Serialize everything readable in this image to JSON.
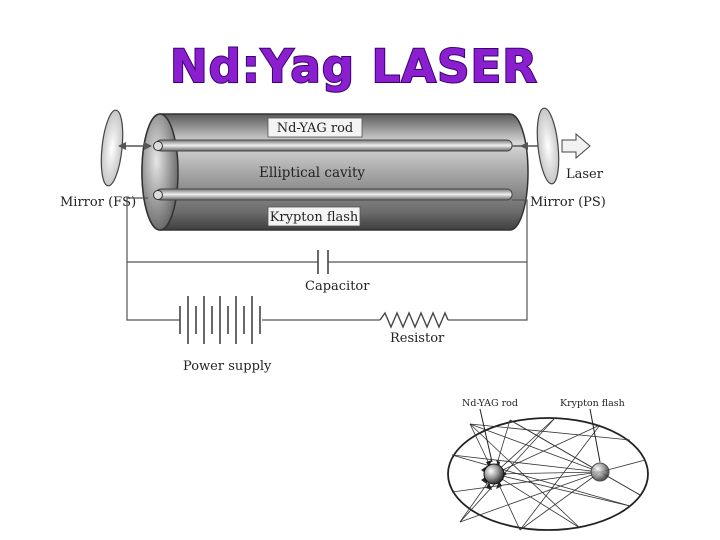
{
  "title": "Nd:Yag LASER",
  "main_diagram": {
    "rod_label": "Nd-YAG rod",
    "cavity_label": "Elliptical cavity",
    "flash_label": "Krypton flash",
    "mirror_left_label": "Mirror (FS)",
    "mirror_right_label": "Mirror (PS)",
    "laser_label": "Laser",
    "capacitor_label": "Capacitor",
    "resistor_label": "Resistor",
    "power_label": "Power supply"
  },
  "cross_section": {
    "rod_label": "Nd-YAG rod",
    "flash_label": "Krypton flash"
  },
  "colors": {
    "title": "#8b1fd0",
    "title_outline": "#3a0070"
  }
}
